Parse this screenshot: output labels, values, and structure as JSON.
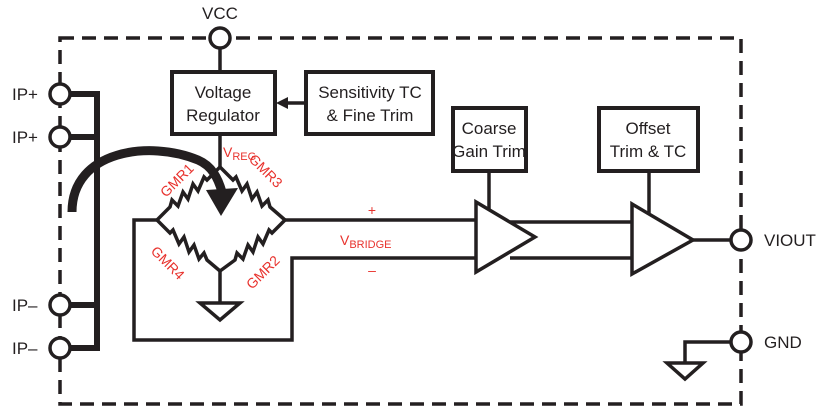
{
  "diagram": {
    "type": "block-diagram",
    "pins": {
      "vcc": "VCC",
      "ip_plus_1": "IP+",
      "ip_plus_2": "IP+",
      "ip_minus_1": "IP–",
      "ip_minus_2": "IP–",
      "viout": "VIOUT",
      "gnd": "GND"
    },
    "blocks": {
      "voltage_regulator": [
        "Voltage",
        "Regulator"
      ],
      "sensitivity_trim": [
        "Sensitivity TC",
        "& Fine Trim"
      ],
      "coarse_gain_trim": [
        "Coarse",
        "Gain Trim"
      ],
      "offset_trim": [
        "Offset",
        "Trim & TC"
      ]
    },
    "bridge": {
      "vreg_main": "V",
      "vreg_sub": "REG",
      "gmr1": "GMR1",
      "gmr2": "GMR2",
      "gmr3": "GMR3",
      "gmr4": "GMR4",
      "vbridge_main": "V",
      "vbridge_sub": "BRIDGE",
      "plus": "+",
      "minus": "–"
    },
    "colors": {
      "line": "#231f20",
      "annotation": "#e8322d"
    }
  }
}
